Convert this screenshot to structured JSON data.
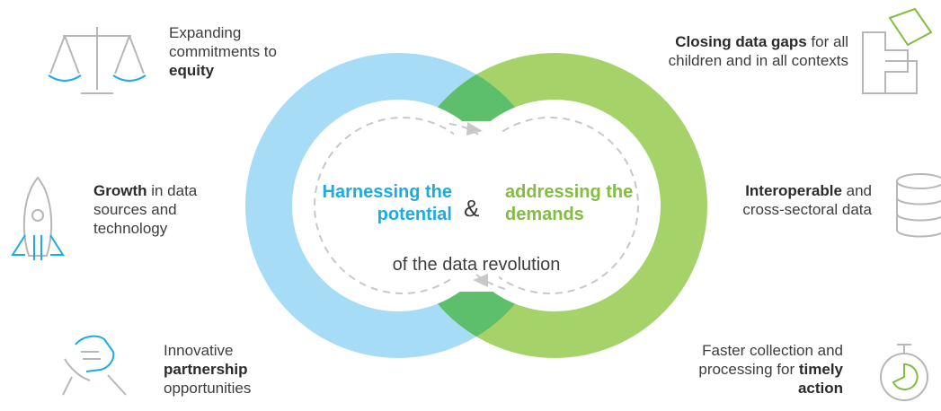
{
  "center": {
    "left_title": "Harnessing the potential",
    "ampersand": "&",
    "right_title": "addressing the demands",
    "subtitle": "of the data revolution"
  },
  "items": {
    "equity": {
      "pre": "Expanding commitments to ",
      "bold": "equity",
      "icon": "scales-icon"
    },
    "growth": {
      "bold": "Growth",
      "post": " in data sources and technology",
      "icon": "rocket-icon"
    },
    "partnership": {
      "pre": "Innovative ",
      "bold": "partnership",
      "post": " opportunities",
      "icon": "handshake-icon"
    },
    "gaps": {
      "bold": "Closing data gaps",
      "post": " for all children and in all contexts",
      "icon": "puzzle-icon"
    },
    "interoperable": {
      "bold": "Interoperable",
      "post": " and cross-sectoral data",
      "icon": "database-icon"
    },
    "timely": {
      "pre": "Faster collection and processing for ",
      "bold": "timely action",
      "icon": "stopwatch-icon"
    }
  },
  "colors": {
    "blue": "#1cabe2",
    "light_blue": "#9fd9f5",
    "green": "#80bd41",
    "light_green": "#a7d26b",
    "overlap": "#5cbe6a",
    "icon_gray": "#b7b7b7"
  }
}
